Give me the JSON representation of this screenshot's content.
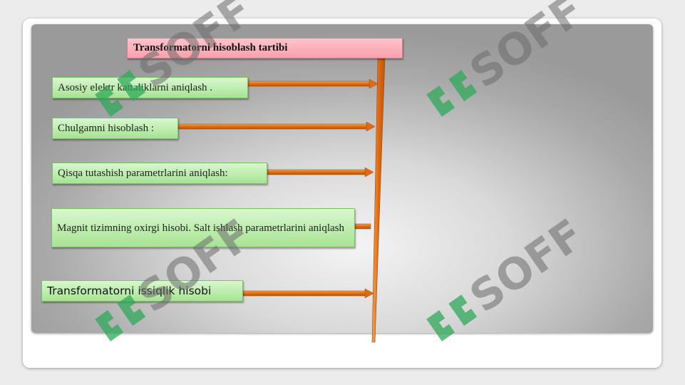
{
  "diagram": {
    "title": "Transformatorni hisoblash tartibi",
    "steps": [
      "Asosiy elektr kattaliklarni aniqlash .",
      "Chulgamni hisoblash :",
      "Qisqa tutashish parametrlarini aniqlash:",
      "Magnit tizimning oxirgi hisobi. Salt ishlash parametrlarini aniqlash",
      "Transformatorni issiqlik hisobi"
    ]
  },
  "watermark": {
    "text": "SOFF",
    "colors": {
      "text": "#6c6c6c",
      "mark": "#2fa85a"
    }
  },
  "colors": {
    "title_fill": "#f7a1ad",
    "step_fill": "#a6e493",
    "connector": "#e8741c"
  }
}
